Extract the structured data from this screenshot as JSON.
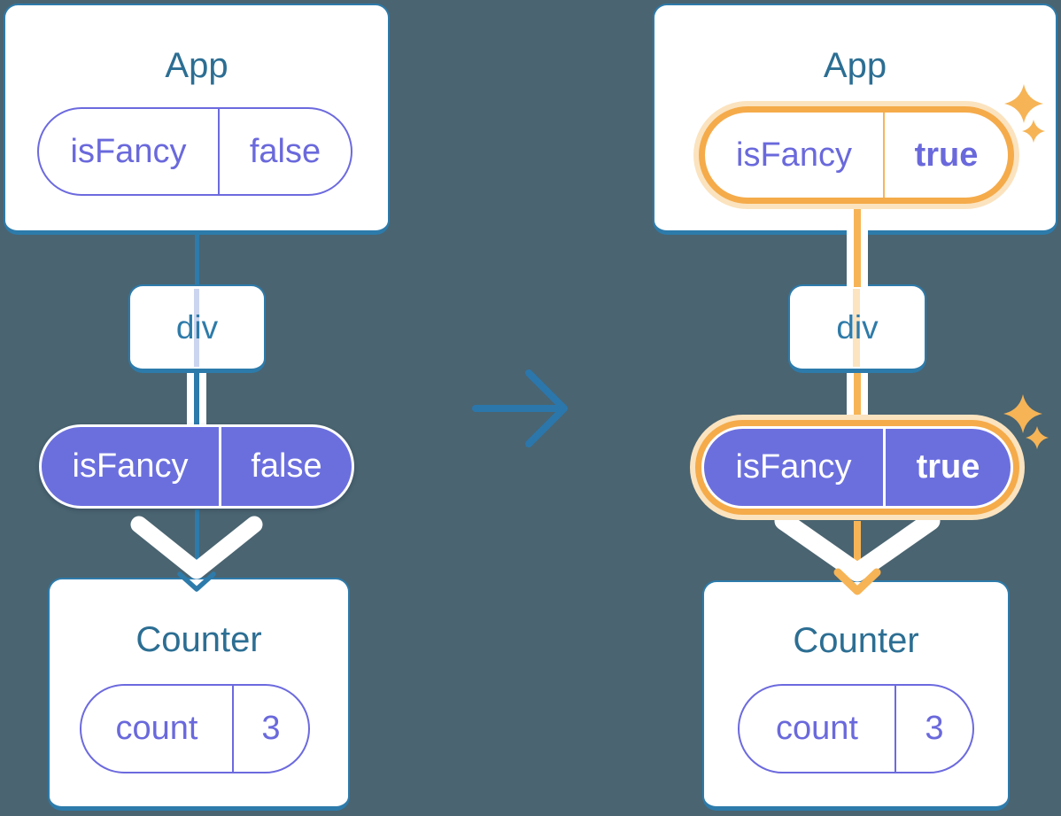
{
  "left": {
    "app_title": "App",
    "app_prop_name": "isFancy",
    "app_prop_value": "false",
    "div_label": "div",
    "flow_prop_name": "isFancy",
    "flow_prop_value": "false",
    "counter_title": "Counter",
    "state_name": "count",
    "state_value": "3"
  },
  "right": {
    "app_title": "App",
    "app_prop_name": "isFancy",
    "app_prop_value": "true",
    "div_label": "div",
    "flow_prop_name": "isFancy",
    "flow_prop_value": "true",
    "counter_title": "Counter",
    "state_name": "count",
    "state_value": "3"
  },
  "icons": {
    "transition_arrow": "→",
    "flow_arrow_left": "↓",
    "flow_arrow_right": "↓",
    "sparkle": "✦"
  },
  "colors": {
    "background": "#4a6471",
    "card_border_blue": "#2d7bab",
    "title_text_blue": "#2c6e93",
    "purple_outline": "#6c6ade",
    "purple_fill": "#6b6fde",
    "orange_ring": "#f5ab4a",
    "orange_halo": "#fbe3bf",
    "orange_sparkle": "#f6b456",
    "lavender_pass_line": "#ccd5ef",
    "faint_orange_pass_line": "#fce4c0",
    "white": "#ffffff"
  }
}
